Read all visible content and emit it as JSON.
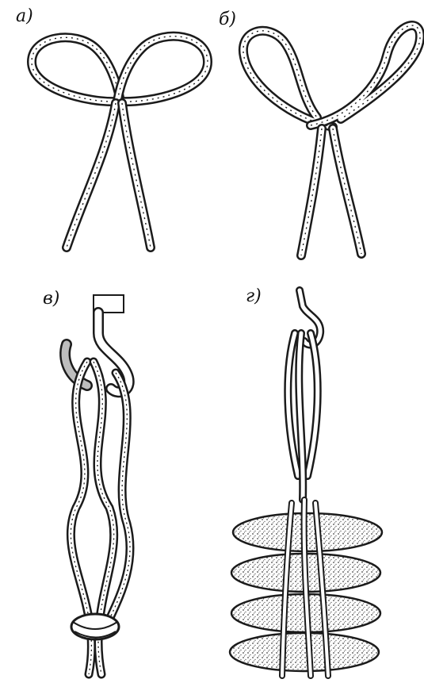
{
  "panels": [
    {
      "id": "a",
      "label": "а)"
    },
    {
      "id": "b",
      "label": "б)"
    },
    {
      "id": "v",
      "label": "в)"
    },
    {
      "id": "g",
      "label": "г)"
    }
  ],
  "colors": {
    "ink": "#1b1b1b",
    "paper": "#ffffff",
    "shade": "#bdbdbd"
  }
}
